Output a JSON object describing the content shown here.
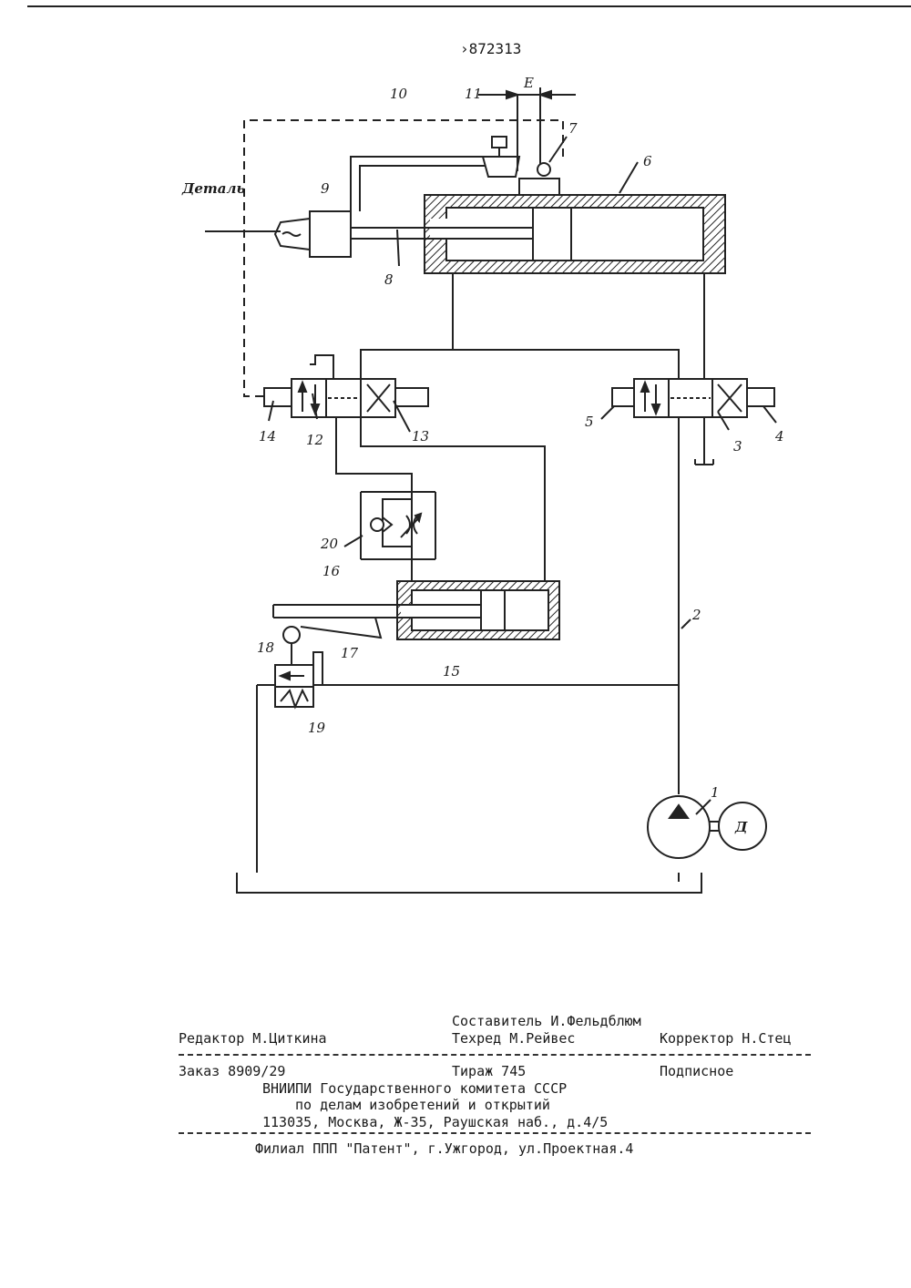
{
  "header": {
    "patent_number": "›872313"
  },
  "diagram": {
    "part_label": "Деталь",
    "dimension_label": "E",
    "motor_label": "Д",
    "numbers": [
      "1",
      "2",
      "3",
      "4",
      "5",
      "6",
      "7",
      "8",
      "9",
      "10",
      "11",
      "12",
      "13",
      "14",
      "15",
      "16",
      "17",
      "18",
      "19",
      "20"
    ]
  },
  "imprint": {
    "compiler": "Составитель И.Фельдблюм",
    "editor": "Редактор М.Циткина",
    "tech_editor": "Техред М.Рейвес",
    "proofreader": "Корректор Н.Стец",
    "order": "Заказ 8909/29",
    "circulation": "Тираж 745",
    "subscription": "Подписное",
    "org_line1": "ВНИИПИ Государственного комитета СССР",
    "org_line2": "по делам изобретений и открытий",
    "org_address": "113035, Москва, Ж-35, Раушская наб., д.4/5",
    "branch": "Филиал ППП \"Патент\", г.Ужгород, ул.Проектная.4"
  }
}
